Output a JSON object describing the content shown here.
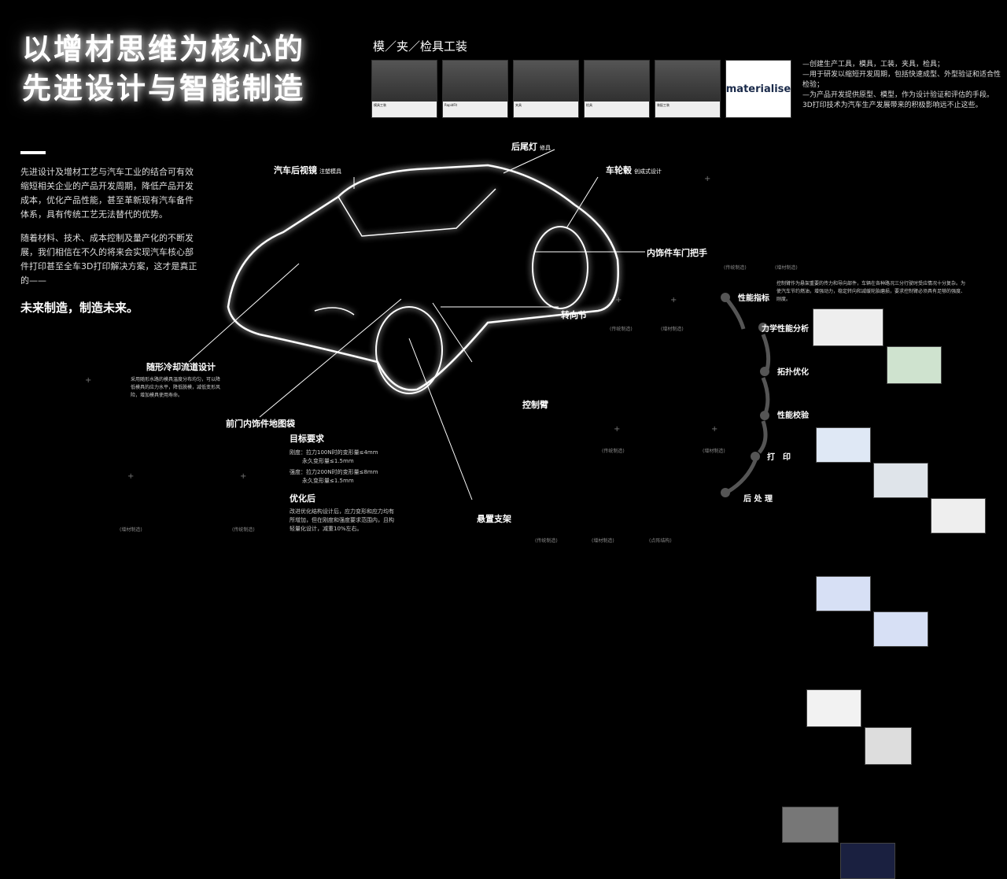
{
  "title": {
    "line1": "以增材思维为核心的",
    "line2": "先进设计与智能制造"
  },
  "intro": {
    "p1": "先进设计及增材工艺与汽车工业的结合可有效缩短相关企业的产品开发周期，降低产品开发成本，优化产品性能，甚至革新现有汽车备件体系，具有传统工艺无法替代的优势。",
    "p2": "随着材料、技术、成本控制及量产化的不断发展，我们相信在不久的将来会实现汽车核心部件打印甚至全车3D打印解决方案，这才是真正的——",
    "slogan": "未来制造，制造未来。"
  },
  "tooling": {
    "title": "模／夹／检具工装",
    "logo": "materialise",
    "thumbs": [
      "模具工装",
      "RapidFit",
      "夹具",
      "检具",
      "装配工装"
    ],
    "desc": [
      "—创建生产工具，模具，工装，夹具，检具；",
      "—用于研发以缩短开发周期，包括快速成型、外型验证和适合性检验；",
      "—为产品开发提供原型、模型，作为设计验证和评估的手段。",
      "3D打印技术为汽车生产发展带来的积极影响远不止这些。"
    ]
  },
  "callouts": {
    "taillight": "后尾灯",
    "taillight_sub": "修具",
    "mirror": "汽车后视镜",
    "mirror_sub": "注塑模具",
    "wheel": "车轮毂",
    "wheel_sub": "创成式设计",
    "handle": "内饰件车门把手",
    "knuckle": "转向节",
    "arm": "控制臂",
    "suspension": "悬置支架",
    "door": "前门内饰件地图袋",
    "cooling": "随形冷却流道设计",
    "cooling_desc": "采用随形水路的模具温度分布均匀，可以降低模具的应力水平，降低脱模，减低变形风险，增加模具使用寿命。"
  },
  "targets": {
    "title": "目标要求",
    "stiff": "刚度：拉力100N时的变形量≤4mm",
    "stiff2": "永久变形量≤1.5mm",
    "strength": "强度：拉力200N时的变形量≤8mm",
    "strength2": "永久变形量≤1.5mm",
    "after": "优化后",
    "after_desc": "改进优化结构设计后，应力变形和应力均有所增加，但在刚度和强度要求范围内，且构轻量化设计，减重10%左右。"
  },
  "process": {
    "steps": [
      "性能指标",
      "力学性能分析",
      "拓扑优化",
      "性能校验",
      "打　印",
      "后 处 理"
    ],
    "desc": "控制臂作为悬架重要的传力和导向部件，车辆在各种路况三分行驶时受应情况十分复杂。为使汽车节约燃油，增强动力，稳定转向和减缓轮胎磨损，要求控制臂必须具有足够的强度、刚度。"
  },
  "tags": [
    "(传统制造)",
    "(增材制造)",
    "(点阵结构)"
  ]
}
